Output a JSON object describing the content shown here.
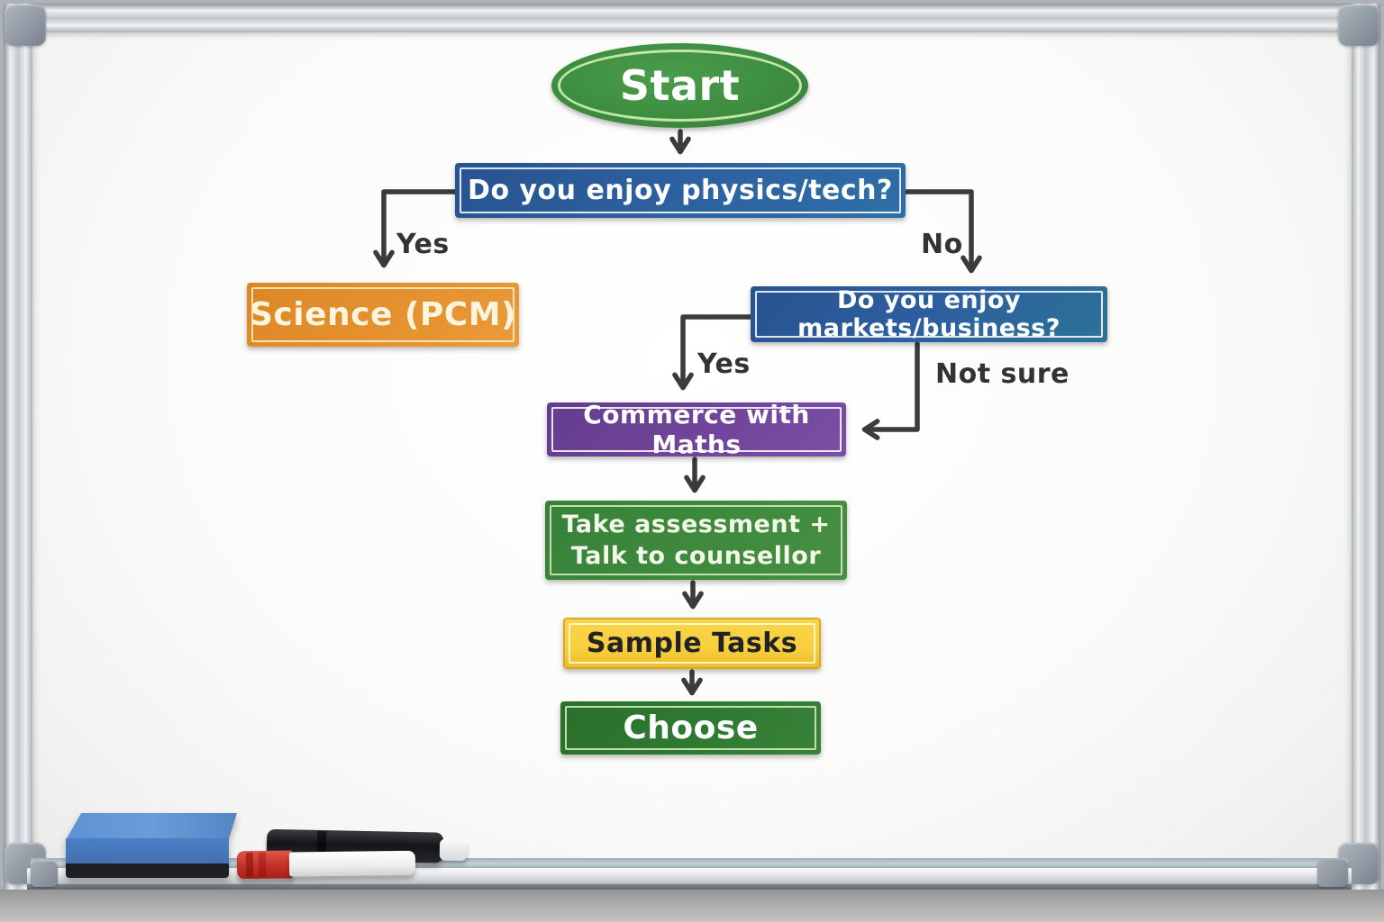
{
  "board": {
    "type": "whiteboard-photo"
  },
  "flowchart": {
    "ink_color": "#3b3b3b",
    "nodes": {
      "start": {
        "shape": "ellipse",
        "label": "Start",
        "color": "#3e8e41",
        "text_color": "#ffffff"
      },
      "q_physics": {
        "shape": "rect",
        "label": "Do you enjoy physics/tech?",
        "color": "#2d5f9f",
        "text_color": "#ffffff"
      },
      "science": {
        "shape": "rect",
        "label": "Science (PCM)",
        "color": "#e5912f",
        "text_color": "#fdf4dd"
      },
      "q_markets": {
        "shape": "rect",
        "label": "Do you enjoy markets/business?",
        "color": "#2d5f9f",
        "text_color": "#ffffff"
      },
      "commerce": {
        "shape": "rect",
        "label": "Commerce with Maths",
        "color": "#71459b",
        "text_color": "#ffffff"
      },
      "assessment": {
        "shape": "rect",
        "label_line1": "Take assessment +",
        "label_line2": "Talk to counsellor",
        "color": "#3f8a3e",
        "text_color": "#f2f7e8"
      },
      "sample_tasks": {
        "shape": "rect",
        "label": "Sample Tasks",
        "color": "#f7cf3e",
        "text_color": "#222222"
      },
      "choose": {
        "shape": "rect",
        "label": "Choose",
        "color": "#2f7a31",
        "text_color": "#ffffff"
      }
    },
    "edges": [
      {
        "from": "start",
        "to": "q_physics",
        "label": ""
      },
      {
        "from": "q_physics",
        "to": "science",
        "label": "Yes"
      },
      {
        "from": "q_physics",
        "to": "q_markets",
        "label": "No"
      },
      {
        "from": "q_markets",
        "to": "commerce",
        "label": "Yes"
      },
      {
        "from": "q_markets",
        "to": "commerce",
        "label": "Not sure"
      },
      {
        "from": "commerce",
        "to": "assessment",
        "label": ""
      },
      {
        "from": "assessment",
        "to": "sample_tasks",
        "label": ""
      },
      {
        "from": "sample_tasks",
        "to": "choose",
        "label": ""
      }
    ]
  },
  "tray": {
    "items": [
      {
        "name": "blue-eraser",
        "color": "#4a7fc4"
      },
      {
        "name": "black-marker",
        "color": "#1e1f23"
      },
      {
        "name": "white-marker-red-cap",
        "color": "#c42f26"
      }
    ]
  }
}
